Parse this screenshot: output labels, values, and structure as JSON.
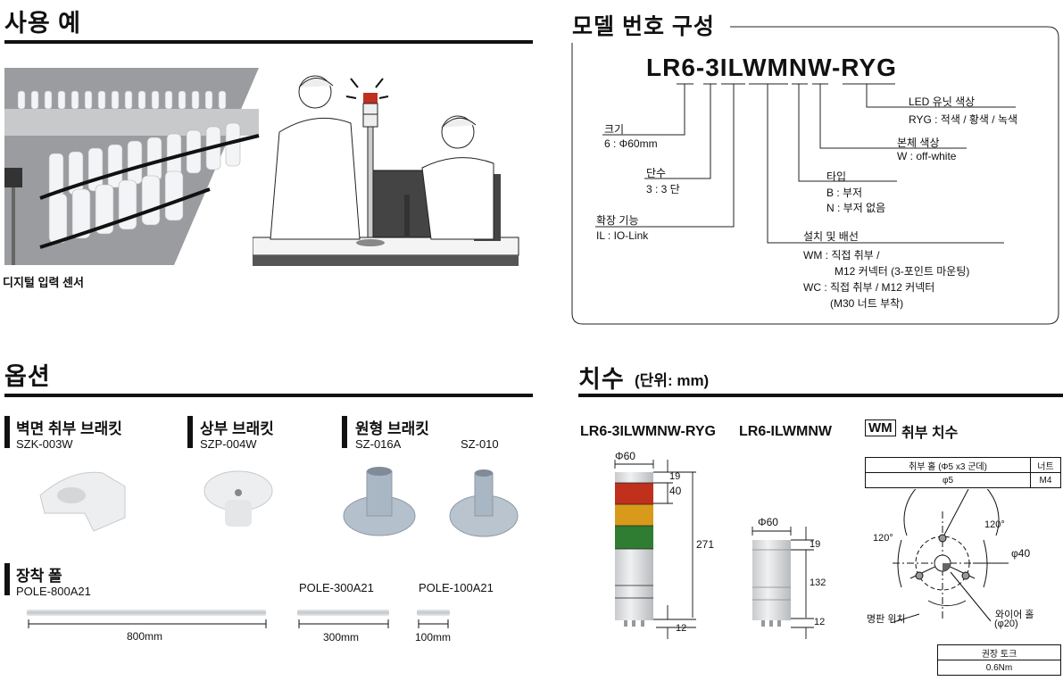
{
  "usage": {
    "title": "사용 예",
    "caption": "디지털 입력 센서"
  },
  "model": {
    "title": "모델 번호 구성",
    "code": "LR6-3ILWMNW-RYG",
    "fields": {
      "size": {
        "label": "크기",
        "values": [
          "6 : Φ60mm"
        ]
      },
      "tiers": {
        "label": "단수",
        "values": [
          "3 : 3 단"
        ]
      },
      "extension": {
        "label": "확장 기능",
        "values": [
          "IL : IO-Link"
        ]
      },
      "install": {
        "label": "설치 및 배선",
        "values": [
          "WM : 직접 취부 /",
          "M12 커넥터 (3-포인트 마운팅)",
          "WC : 직접 취부 / M12 커넥터",
          "(M30 너트 부착)"
        ]
      },
      "type": {
        "label": "타입",
        "values": [
          "B : 부저",
          "N : 부저 없음"
        ]
      },
      "body_color": {
        "label": "본체 색상",
        "values": [
          "W : off-white"
        ]
      },
      "led_color": {
        "label": "LED 유닛 색상",
        "values": [
          "RYG : 적색 / 황색 / 녹색"
        ]
      }
    }
  },
  "options": {
    "title": "옵션",
    "wall_bracket": {
      "title": "벽면 취부 브래킷",
      "code": "SZK-003W"
    },
    "top_bracket": {
      "title": "상부 브래킷",
      "code": "SZP-004W"
    },
    "round_bracket": {
      "title": "원형 브래킷",
      "codes": [
        "SZ-016A",
        "SZ-010"
      ]
    },
    "poles": {
      "title": "장착 폴",
      "items": [
        {
          "code": "POLE-800A21",
          "length": "800mm"
        },
        {
          "code": "POLE-300A21",
          "length": "300mm"
        },
        {
          "code": "POLE-100A21",
          "length": "100mm"
        }
      ]
    }
  },
  "dimensions": {
    "title": "치수",
    "unit": "(단위: mm)",
    "model_a": {
      "name": "LR6-3ILWMNW-RYG",
      "diameter": "Φ60",
      "top": "19",
      "tier": "40",
      "total": "271",
      "pins": "12"
    },
    "model_b": {
      "name": "LR6-ILWMNW",
      "diameter": "Φ60",
      "top": "19",
      "body": "132",
      "pins": "12"
    },
    "wm": {
      "badge": "WM",
      "title": "취부 치수",
      "table_headers": [
        "취부 홀 (Φ5 x3 군데)",
        "너트"
      ],
      "table_values": [
        "φ5",
        "M4"
      ],
      "angle_left": "120°",
      "angle_right": "120°",
      "pcd": "φ40",
      "nameplate": "명판 위치",
      "wire_hole": "와이어 홀",
      "wire_hole_dia": "(φ20)",
      "torque_header": "권장 토크",
      "torque_value": "0.6Nm"
    }
  },
  "colors": {
    "red": "#c0301c",
    "amber": "#d89a1a",
    "green": "#2e7d32",
    "body": "#d8dadc"
  }
}
